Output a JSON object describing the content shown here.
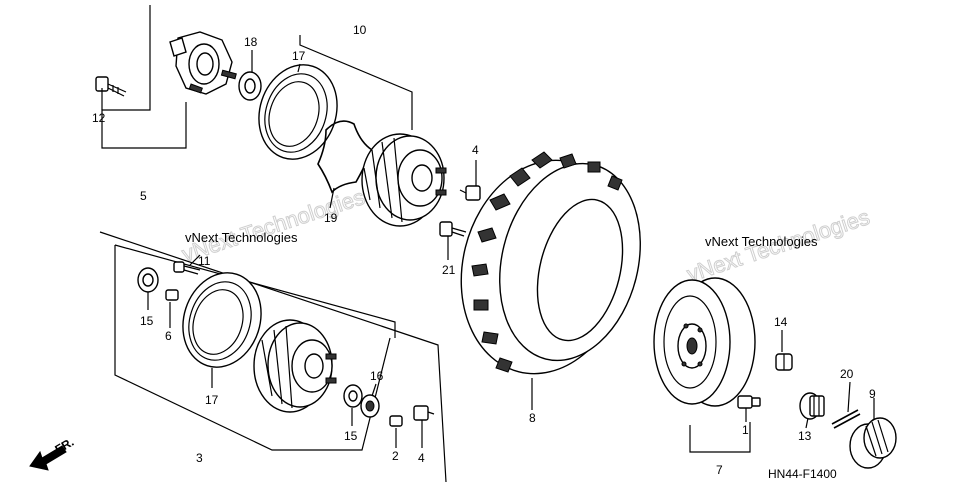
{
  "callouts": [
    "1",
    "2",
    "3",
    "4",
    "4",
    "5",
    "6",
    "7",
    "8",
    "9",
    "10",
    "11",
    "12",
    "13",
    "14",
    "15",
    "15",
    "16",
    "17",
    "17",
    "18",
    "19",
    "20",
    "21"
  ],
  "watermark_1": "vNext Technologies",
  "watermark_2": "vNext Technologies",
  "watermark_ghost_1": "vNext Technologies",
  "watermark_ghost_2": "vNext Technologies",
  "direction_label": "FR.",
  "diagram_code": "HN44-F1400"
}
